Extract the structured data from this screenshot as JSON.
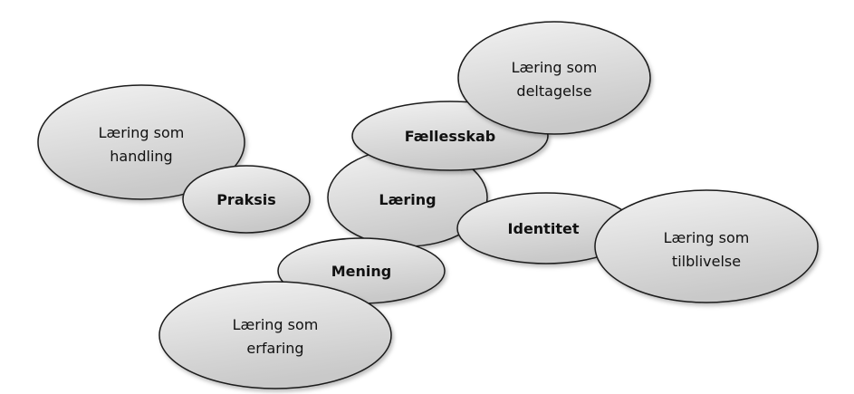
{
  "diagram": {
    "center": "Læring",
    "nodes": [
      {
        "id": "laering",
        "label": "Læring"
      },
      {
        "id": "praksis",
        "label": "Praksis"
      },
      {
        "id": "faellesskab",
        "label": "Fællesskab"
      },
      {
        "id": "identitet",
        "label": "Identitet"
      },
      {
        "id": "mening",
        "label": "Mening"
      },
      {
        "id": "handling",
        "line1": "Læring som",
        "line2": "handling"
      },
      {
        "id": "deltagelse",
        "line1": "Læring som",
        "line2": "deltagelse"
      },
      {
        "id": "tilblivelse",
        "line1": "Læring som",
        "line2": "tilblivelse"
      },
      {
        "id": "erfaring",
        "line1": "Læring som",
        "line2": "erfaring"
      }
    ]
  }
}
